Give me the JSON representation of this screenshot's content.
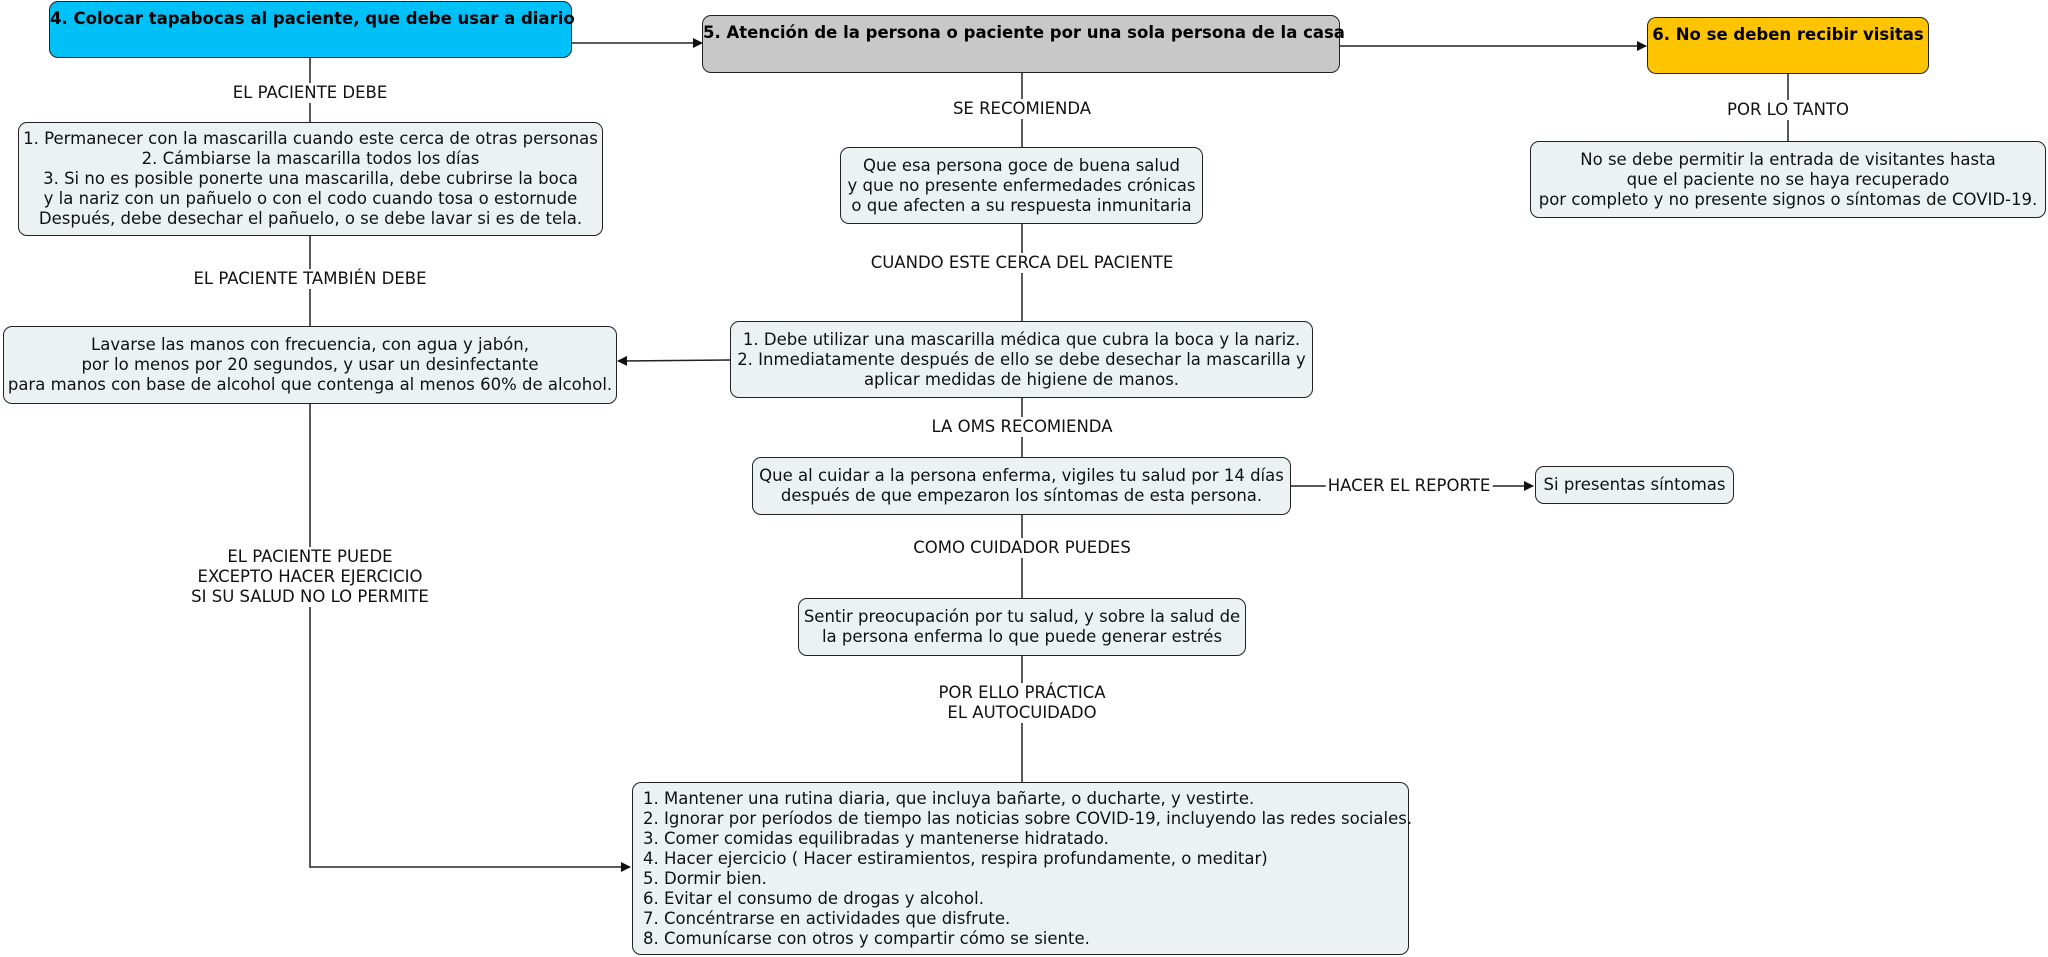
{
  "colors": {
    "blue": "#00c0f8",
    "gray": "#c8c8c8",
    "yellow": "#ffc400",
    "box": "#ecf2f3",
    "line": "#222222"
  },
  "headers": {
    "h4": "4. Colocar tapabocas al paciente, que debe usar a diario",
    "h5": "5. Atención de la persona o paciente por una sola persona de la casa",
    "h6": "6. No se deben recibir visitas"
  },
  "boxes": {
    "mask": [
      "1. Permanecer con la mascarilla cuando este cerca de otras personas",
      "2. Cámbiarse la mascarilla todos los días",
      "3. Si no es posible ponerte una mascarilla, debe cubrirse la boca",
      " y la nariz con un pañuelo o con el codo cuando tosa o estornude",
      "Después, debe desechar el pañuelo, o  se debe lavar si es de tela."
    ],
    "wash": [
      "Lavarse las manos con frecuencia, con agua y jabón,",
      "por lo menos por 20 segundos, y usar un desinfectante",
      "para manos con base de alcohol que contenga al menos 60% de alcohol."
    ],
    "health": [
      "Que esa persona goce de buena salud",
      "y que no presente enfermedades crónicas",
      "o que afecten a su respuesta inmunitaria"
    ],
    "medmask": [
      "1. Debe utilizar una mascarilla médica que cubra la boca y la nariz.",
      "2.  Inmediatamente después de ello se debe desechar la mascarilla y",
      "aplicar medidas de higiene de manos."
    ],
    "watch": [
      "Que al cuidar a la persona enferma, vigiles tu salud por 14 días",
      "después de que empezaron los síntomas de esta persona."
    ],
    "symptoms": [
      "Si presentas síntomas"
    ],
    "worry": [
      "Sentir preocupación por tu salud, y sobre la salud de",
      "la persona enferma lo que puede generar estrés"
    ],
    "visitors": [
      "No se debe permitir la entrada de visitantes hasta",
      "que el paciente no se haya recuperado",
      "por completo y no presente signos o síntomas de COVID-19."
    ],
    "routine": [
      "1. Mantener una rutina diaria, que incluya bañarte, o ducharte, y vestirte.",
      "2. Ignorar por períodos de tiempo las noticias sobre COVID-19, incluyendo las redes sociales.",
      "3. Comer comidas equilibradas y mantenerse hidratado.",
      "4. Hacer ejercicio ( Hacer estiramientos, respira profundamente, o meditar)",
      "5. Dormir bien.",
      "6. Evitar el consumo de drogas y alcohol.",
      "7. Concéntrarse en actividades que disfrute.",
      "8. Comunícarse con otros y compartir cómo se siente."
    ]
  },
  "labels": {
    "paciente_debe": [
      "EL PACIENTE DEBE"
    ],
    "tambien_debe": [
      "EL PACIENTE TAMBIÉN DEBE"
    ],
    "puede": [
      "EL PACIENTE PUEDE",
      "EXCEPTO HACER EJERCICIO",
      "SI SU SALUD NO LO PERMITE"
    ],
    "se_recomienda": [
      "SE RECOMIENDA"
    ],
    "cuando_cerca": [
      "CUANDO ESTE CERCA DEL PACIENTE"
    ],
    "oms": [
      "LA OMS RECOMIENDA"
    ],
    "cuidador": [
      "COMO CUIDADOR PUEDES"
    ],
    "autocuidado": [
      "POR ELLO PRÁCTICA",
      "EL AUTOCUIDADO"
    ],
    "reporte": [
      "HACER EL REPORTE"
    ],
    "por_lo_tanto": [
      "POR LO TANTO"
    ]
  }
}
